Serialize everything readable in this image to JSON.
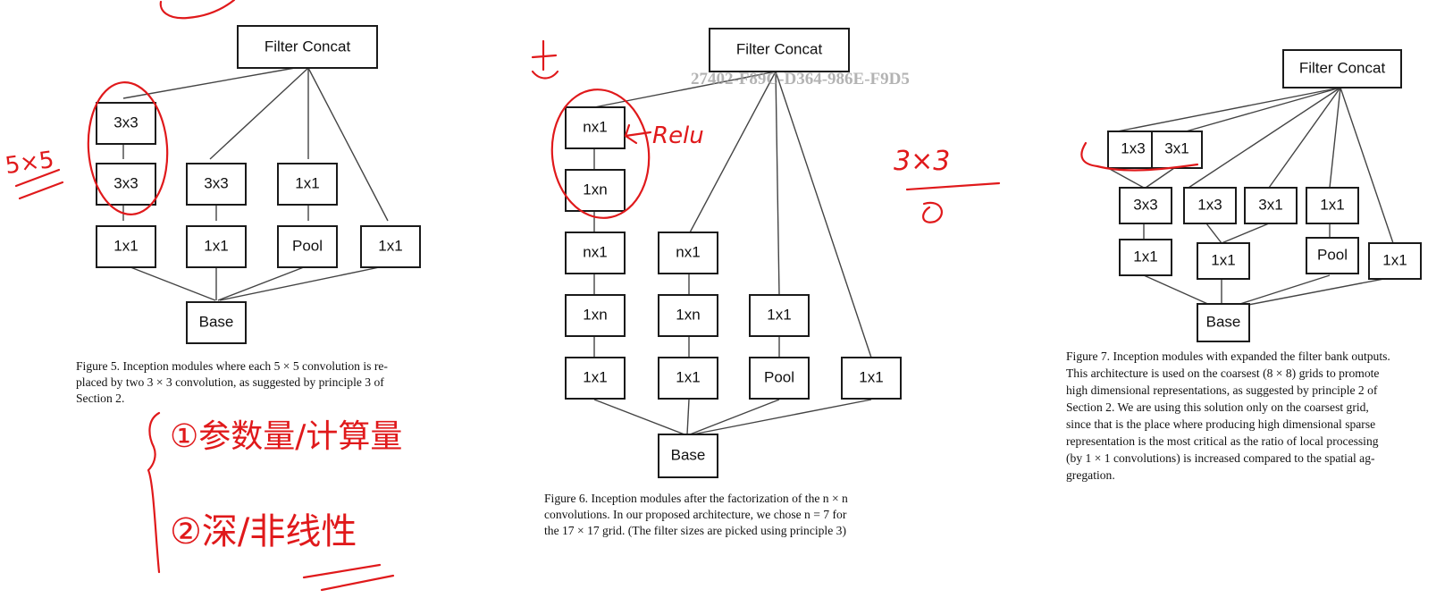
{
  "watermark": "27402-F89C-D364-986E-F9D5",
  "figures": [
    {
      "id": "fig5",
      "boxes": [
        {
          "id": "concat",
          "label": "Filter Concat"
        },
        {
          "id": "b3x3a",
          "label": "3x3"
        },
        {
          "id": "b3x3b",
          "label": "3x3"
        },
        {
          "id": "b3x3c",
          "label": "3x3"
        },
        {
          "id": "b1x1p",
          "label": "1x1"
        },
        {
          "id": "b1x1a",
          "label": "1x1"
        },
        {
          "id": "b1x1b",
          "label": "1x1"
        },
        {
          "id": "pool",
          "label": "Pool"
        },
        {
          "id": "b1x1c",
          "label": "1x1"
        },
        {
          "id": "base",
          "label": "Base"
        }
      ],
      "caption": [
        "Figure 5. Inception modules where each 5 × 5 convolution is re-",
        "placed by two 3 × 3 convolution, as suggested by principle 3 of",
        "Section 2."
      ]
    },
    {
      "id": "fig6",
      "boxes": [
        {
          "id": "concat",
          "label": "Filter Concat"
        },
        {
          "id": "a1",
          "label": "nx1"
        },
        {
          "id": "a2",
          "label": "1xn"
        },
        {
          "id": "a3",
          "label": "nx1"
        },
        {
          "id": "a4",
          "label": "1xn"
        },
        {
          "id": "a5",
          "label": "1x1"
        },
        {
          "id": "b1",
          "label": "nx1"
        },
        {
          "id": "b2",
          "label": "1xn"
        },
        {
          "id": "b3",
          "label": "1x1"
        },
        {
          "id": "c1",
          "label": "1x1"
        },
        {
          "id": "c2",
          "label": "Pool"
        },
        {
          "id": "d1",
          "label": "1x1"
        },
        {
          "id": "base",
          "label": "Base"
        }
      ],
      "caption": [
        "Figure 6. Inception modules after the factorization of the n × n",
        "convolutions.  In our proposed architecture, we chose n = 7 for",
        "the 17 × 17 grid. (The filter sizes are picked using principle 3)"
      ]
    },
    {
      "id": "fig7",
      "boxes": [
        {
          "id": "concat",
          "label": "Filter Concat"
        },
        {
          "id": "t1",
          "label": "1x3"
        },
        {
          "id": "t2",
          "label": "3x1"
        },
        {
          "id": "m1",
          "label": "3x3"
        },
        {
          "id": "m2",
          "label": "1x3"
        },
        {
          "id": "m3",
          "label": "3x1"
        },
        {
          "id": "m4",
          "label": "1x1"
        },
        {
          "id": "l1",
          "label": "1x1"
        },
        {
          "id": "l2",
          "label": "1x1"
        },
        {
          "id": "l3",
          "label": "Pool"
        },
        {
          "id": "l4",
          "label": "1x1"
        },
        {
          "id": "base",
          "label": "Base"
        }
      ],
      "caption": [
        "Figure 7. Inception modules with expanded the filter bank outputs.",
        "This architecture is used on the coarsest (8 × 8) grids to promote",
        "high dimensional representations, as suggested by principle 2 of",
        "Section 2.  We are using this solution only on the coarsest grid,",
        "since that is the place where producing high dimensional sparse",
        "representation is the most critical as the ratio of local processing",
        "(by 1 × 1 convolutions) is increased compared to the spatial ag-",
        "gregation."
      ]
    }
  ],
  "annotations": {
    "fig5_left": "5×5",
    "fig6_side": "Relu",
    "fig6_right": "3×3",
    "notes_line1": "①参数量/计算量",
    "notes_line2": "②深/非线性",
    "ink_color": "#e0191b"
  }
}
